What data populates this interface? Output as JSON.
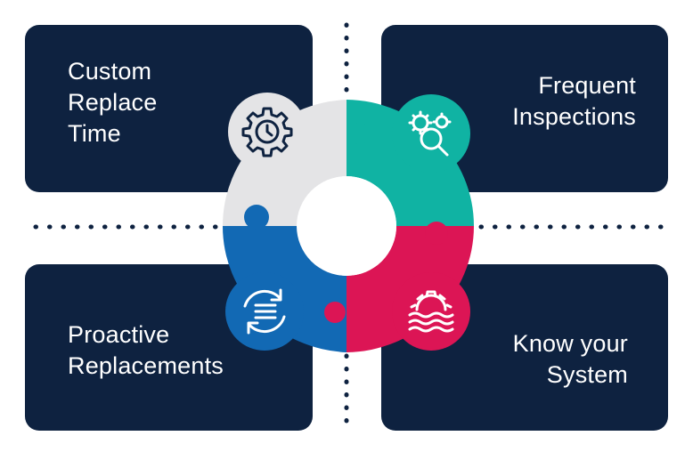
{
  "quadrants": {
    "top_left": {
      "lines": [
        "Custom",
        "Replace",
        "Time"
      ],
      "icon": "gear-clock-icon",
      "color": "#e4e4e6"
    },
    "top_right": {
      "lines": [
        "Frequent",
        "Inspections"
      ],
      "icon": "gear-magnifier-icon",
      "color": "#10b3a3"
    },
    "bottom_left": {
      "lines": [
        "Proactive",
        "Replacements"
      ],
      "icon": "refresh-list-icon",
      "color": "#1269b4"
    },
    "bottom_right": {
      "lines": [
        "Know your",
        "System"
      ],
      "icon": "gear-waves-icon",
      "color": "#dc1555"
    }
  },
  "colors": {
    "card_bg": "#0e2240",
    "dots": "#0e2240",
    "card_text": "#ffffff",
    "icon_dark": "#0e2240",
    "icon_light": "#ffffff"
  }
}
